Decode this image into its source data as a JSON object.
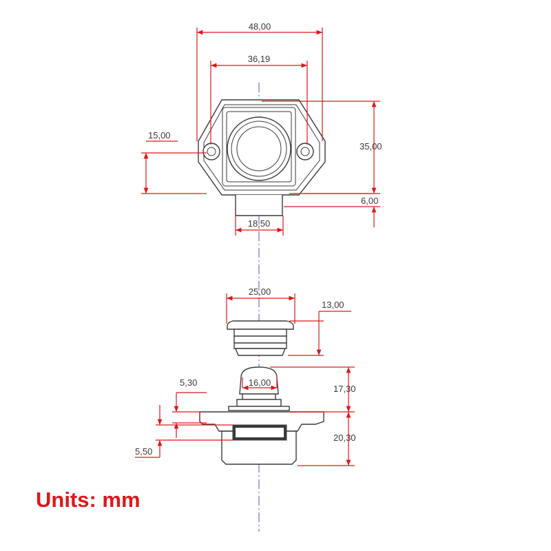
{
  "units_label": "Units: mm",
  "colors": {
    "dimension": "#e0161b",
    "outline": "#3a3a3a",
    "centerline": "#6b72c9"
  },
  "top_view": {
    "overall_width": "48,00",
    "hole_spacing": "36,19",
    "hole_height": "15,00",
    "body_height": "35,00",
    "neck_height": "6,00",
    "neck_width": "18,50"
  },
  "side_view": {
    "bezel_width": "25,00",
    "bezel_height": "13,00",
    "button_diameter": "16,00",
    "button_height": "17,30",
    "flange_thickness": "5,30",
    "slot_height": "5,50",
    "body_height": "20,30"
  }
}
